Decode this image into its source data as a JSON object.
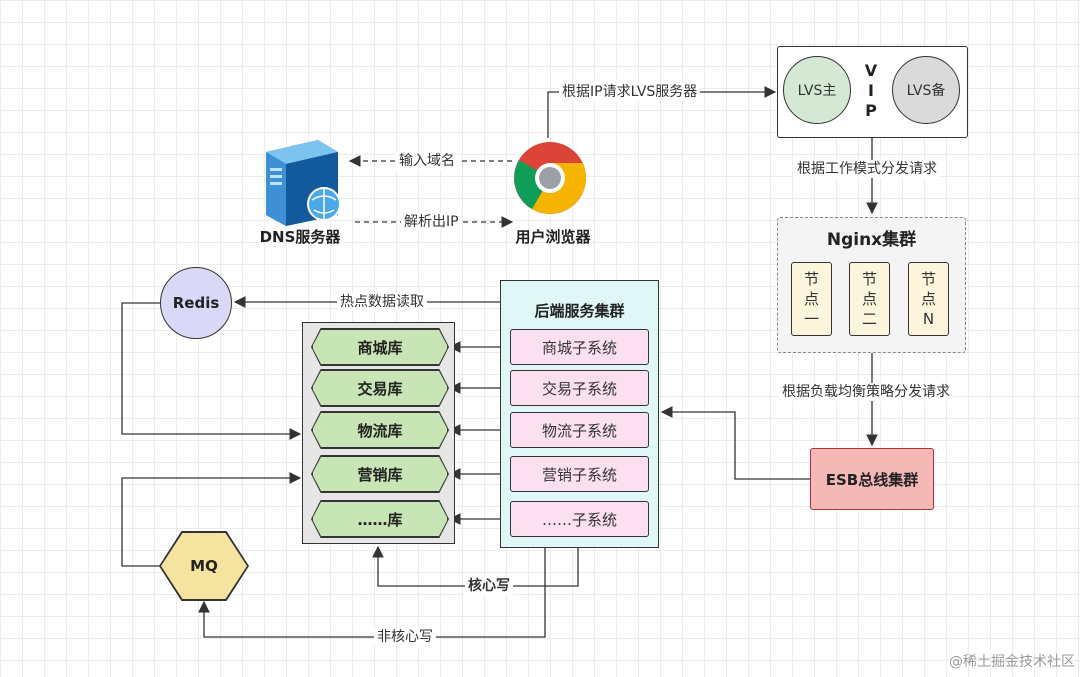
{
  "vip": {
    "lvs_main": "LVS主",
    "lvs_backup": "LVS备",
    "letters": [
      "V",
      "I",
      "P"
    ]
  },
  "nginx": {
    "title": "Nginx集群",
    "nodes": [
      {
        "lines": [
          "节",
          "点",
          "一"
        ]
      },
      {
        "lines": [
          "节",
          "点",
          "二"
        ]
      },
      {
        "lines": [
          "节",
          "点",
          "N"
        ]
      }
    ]
  },
  "esb": {
    "label": "ESB总线集群"
  },
  "backend": {
    "title": "后端服务集群",
    "subsystems": [
      "商城子系统",
      "交易子系统",
      "物流子系统",
      "营销子系统",
      "……子系统"
    ]
  },
  "databases": [
    "商城库",
    "交易库",
    "物流库",
    "营销库",
    "……库"
  ],
  "redis": {
    "label": "Redis"
  },
  "mq": {
    "label": "MQ"
  },
  "dns": {
    "label": "DNS服务器"
  },
  "browser": {
    "label": "用户浏览器"
  },
  "edges": {
    "input_domain": "输入域名",
    "resolve_ip": "解析出IP",
    "request_lvs": "根据IP请求LVS服务器",
    "dispatch_mode": "根据工作模式分发请求",
    "dispatch_lb": "根据负载均衡策略分发请求",
    "hot_read": "热点数据读取",
    "core_write": "核心写",
    "noncore_write": "非核心写"
  },
  "watermark": "@稀土掘金技术社区",
  "colors": {
    "lvs_main": "#d5e8d4",
    "lvs_backup": "#dadada",
    "node": "#fdf6dc",
    "esb": "#f4b9b7",
    "backend": "#e0f7f7",
    "subsystem": "#fde0ef",
    "database": "#c8e6b5",
    "redis": "#d9d9f7",
    "mq": "#f5e3a0"
  }
}
